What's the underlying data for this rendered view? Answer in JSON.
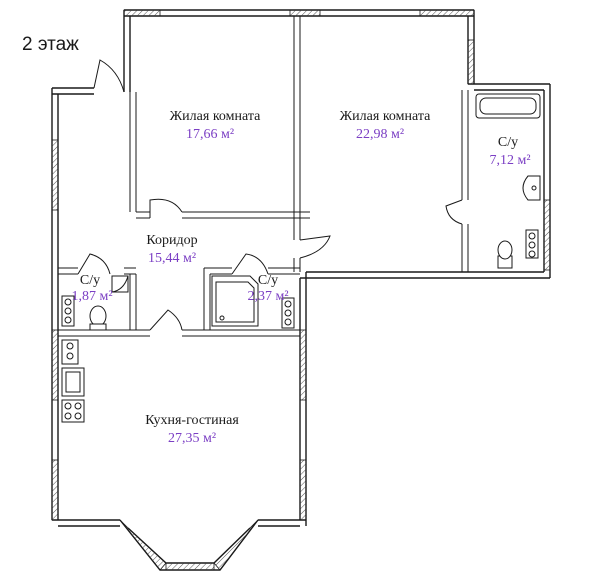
{
  "floor_label": "2 этаж",
  "rooms": [
    {
      "id": "living1",
      "name": "Жилая комната",
      "area": "17,66 м²"
    },
    {
      "id": "living2",
      "name": "Жилая комната",
      "area": "22,98 м²"
    },
    {
      "id": "bath_big",
      "name": "С/у",
      "area": "7,12 м²"
    },
    {
      "id": "corridor",
      "name": "Коридор",
      "area": "15,44 м²"
    },
    {
      "id": "wc1",
      "name": "С/у",
      "area": "1,87 м²"
    },
    {
      "id": "wc2",
      "name": "С/у",
      "area": "2,37 м²"
    },
    {
      "id": "kitchen",
      "name": "Кухня-гостиная",
      "area": "27,35 м²"
    }
  ]
}
